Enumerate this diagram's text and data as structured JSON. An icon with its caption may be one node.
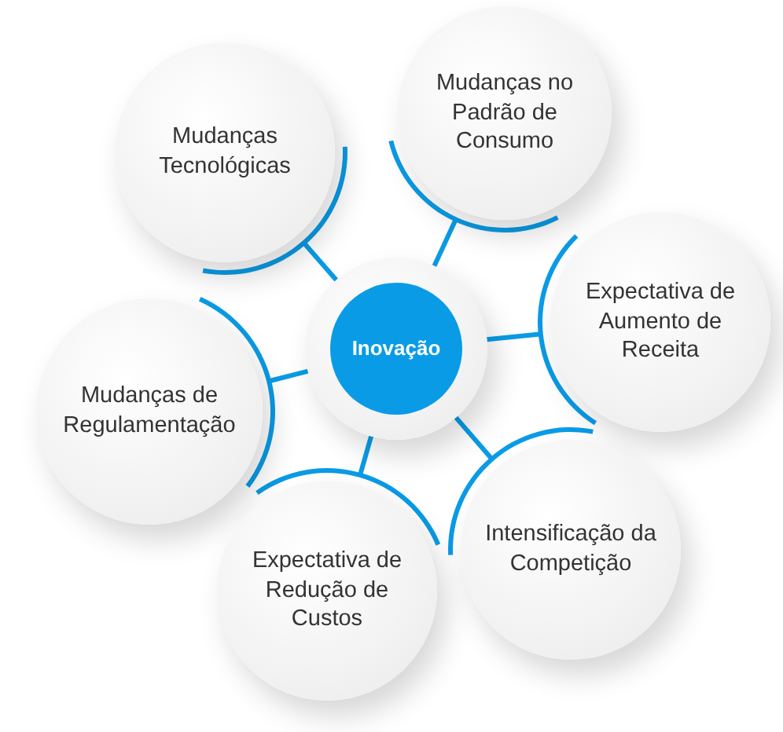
{
  "diagram": {
    "nodes": [
      {
        "text": [
          "Inovação"
        ]
      },
      {
        "text": [
          "Mudanças Tecnológicas"
        ]
      },
      {
        "text": [
          "Mudanças no Padrão de Consumo"
        ]
      },
      {
        "text": [
          "Expectativa de Aumento de Receita"
        ]
      },
      {
        "text": [
          "Mudanças de Regulamentação"
        ]
      },
      {
        "text": [
          "Expectativa de Redução de Custos"
        ]
      },
      {
        "text": [
          "Intensificação da Competição"
        ]
      }
    ],
    "edges": [
      {
        "from": 0,
        "to": 1,
        "arrow": "none"
      },
      {
        "from": 0,
        "to": 2,
        "arrow": "none"
      },
      {
        "from": 0,
        "to": 3,
        "arrow": "none"
      },
      {
        "from": 0,
        "to": 4,
        "arrow": "none"
      },
      {
        "from": 0,
        "to": 5,
        "arrow": "none"
      },
      {
        "from": 0,
        "to": 6,
        "arrow": "none"
      }
    ]
  }
}
